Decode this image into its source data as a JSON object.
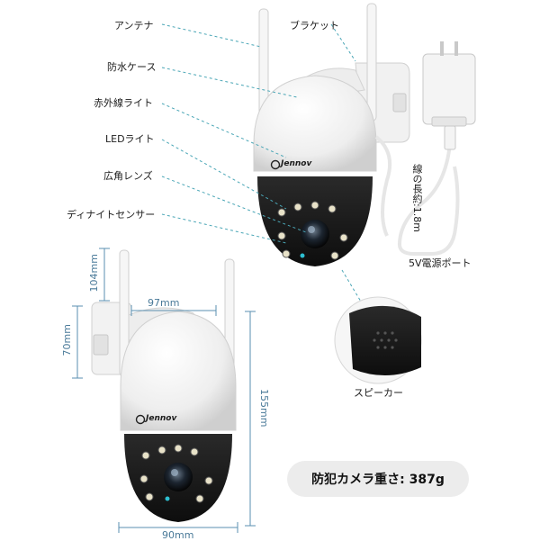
{
  "labels": {
    "antenna": "アンテナ",
    "bracket": "ブラケット",
    "waterproof_case": "防水ケース",
    "infrared_light": "赤外線ライト",
    "led_light": "LEDライト",
    "wide_angle_lens": "広角レンズ",
    "day_night_sensor": "ディナイトセンサー",
    "cable_length": "線の長約:1.8m",
    "power_port": "5V電源ポート",
    "speaker": "スピーカー"
  },
  "brand": "Jennov",
  "dimensions": {
    "bracket_height": "104mm",
    "bracket_width": "97mm",
    "mount_height": "70mm",
    "body_height": "155mm",
    "body_width": "90mm"
  },
  "weight_text": "防犯カメラ重さ: 387g",
  "colors": {
    "dimension_line": "#5a8fb0",
    "leader_line": "#4aa6b6",
    "camera_black": "#1a1a1a",
    "camera_white": "#f4f4f4"
  }
}
